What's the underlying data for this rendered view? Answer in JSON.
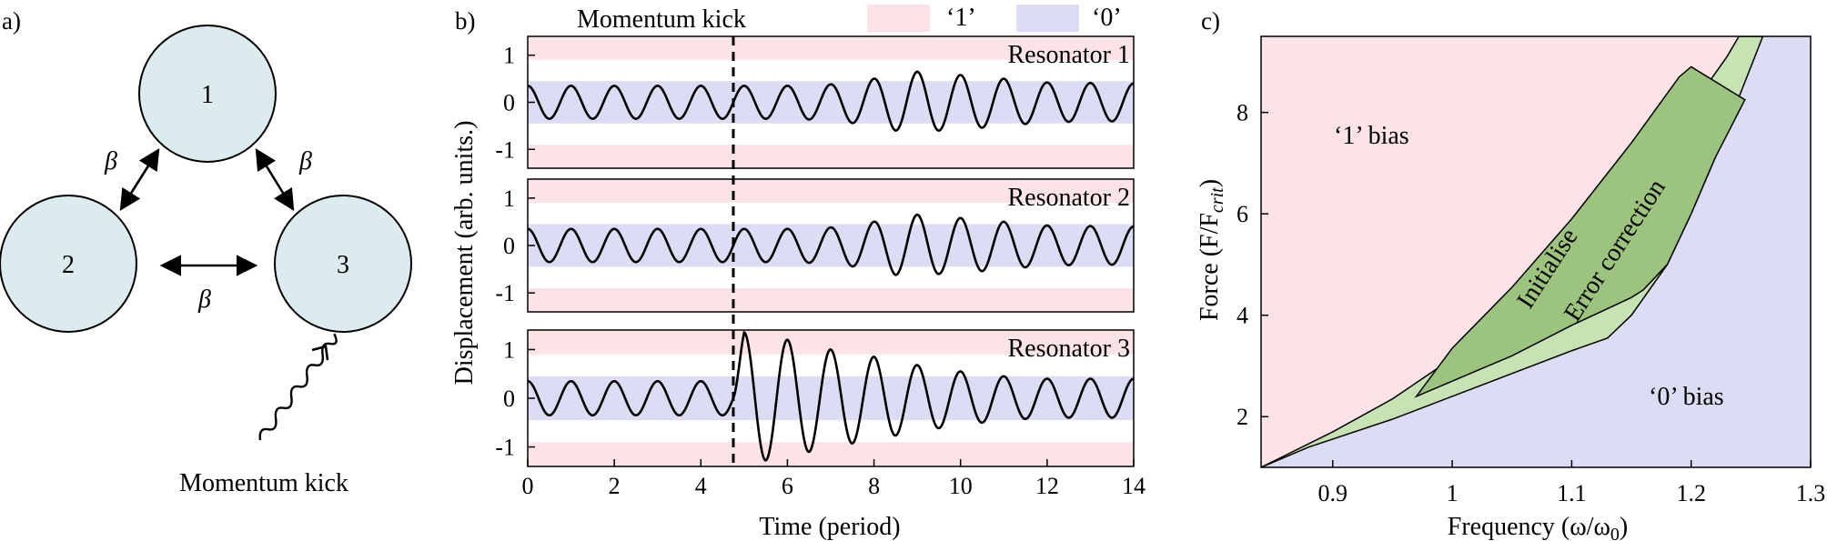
{
  "colors": {
    "state_one": "#fce4e6",
    "state_zero": "#dcdcf5",
    "node_fill": "#dcecee",
    "initialise": "#c7e2b3",
    "error_correction": "#9cc47e",
    "background_one": "#fce3e5",
    "background_zero": "#dcdcf5",
    "ink": "#000000"
  },
  "panel_a": {
    "label": "a)",
    "nodes": [
      "1",
      "2",
      "3"
    ],
    "coupling_labels": [
      "β",
      "β",
      "β"
    ],
    "kick_label": "Momentum kick",
    "icons": [
      "wavy-arrow-icon"
    ]
  },
  "panel_b": {
    "label": "b)",
    "kick_label": "Momentum kick",
    "legend": [
      "‘1’",
      "‘0’"
    ],
    "ylabel": "Displacement (arb. units.)",
    "xlabel": "Time (period)",
    "subplot_titles": [
      "Resonator 1",
      "Resonator 2",
      "Resonator 3"
    ],
    "y_ticks": [
      "1",
      "0",
      "-1"
    ],
    "x_ticks": [
      "0",
      "2",
      "4",
      "6",
      "8",
      "10",
      "12",
      "14"
    ]
  },
  "panel_c": {
    "label": "c)",
    "ylabel": "Force (F/F",
    "ylabel_sub": "crit",
    "ylabel_close": ")",
    "xlabel": "Frequency (ω/ω",
    "xlabel_sub": "0",
    "xlabel_close": ")",
    "region_labels": [
      "‘1’ bias",
      "‘0’ bias",
      "Initialise",
      "Error correction"
    ],
    "x_ticks": [
      "0.9",
      "1",
      "1.1",
      "1.2",
      "1.3"
    ],
    "y_ticks": [
      "2",
      "4",
      "6",
      "8"
    ]
  },
  "chart_data": [
    {
      "type": "line",
      "panel": "b",
      "xlim": [
        0,
        14
      ],
      "ylim": [
        -1.4,
        1.4
      ],
      "kick_time": 4.75,
      "state_bands": {
        "one": [
          [
            0.9,
            1.4
          ],
          [
            -1.4,
            -0.9
          ]
        ],
        "zero": [
          [
            -0.45,
            0.45
          ]
        ]
      },
      "series": [
        {
          "name": "Resonator 1",
          "t": [
            0,
            4.75,
            6,
            7,
            8,
            8.5,
            9,
            9.5,
            10,
            11,
            12,
            14
          ],
          "amplitude": [
            0.35,
            0.35,
            0.35,
            0.38,
            0.5,
            0.6,
            0.65,
            0.6,
            0.58,
            0.5,
            0.42,
            0.4
          ]
        },
        {
          "name": "Resonator 2",
          "t": [
            0,
            4.75,
            6,
            7,
            8,
            8.5,
            9,
            9.5,
            10,
            11,
            12,
            14
          ],
          "amplitude": [
            0.35,
            0.35,
            0.35,
            0.38,
            0.5,
            0.62,
            0.65,
            0.6,
            0.58,
            0.5,
            0.42,
            0.4
          ]
        },
        {
          "name": "Resonator 3",
          "t": [
            0,
            4.75,
            5.0,
            6,
            7,
            8,
            9,
            10,
            11,
            12,
            14
          ],
          "amplitude": [
            0.35,
            0.35,
            1.35,
            1.2,
            1.0,
            0.85,
            0.68,
            0.55,
            0.45,
            0.4,
            0.4
          ]
        }
      ]
    },
    {
      "type": "area",
      "panel": "c",
      "xlim": [
        0.84,
        1.3
      ],
      "ylim": [
        1.0,
        9.5
      ],
      "regions": [
        {
          "name": "Initialise",
          "lower": [
            [
              0.84,
              1.0
            ],
            [
              0.88,
              1.4
            ],
            [
              0.95,
              1.95
            ],
            [
              1.0,
              2.4
            ],
            [
              1.05,
              2.85
            ],
            [
              1.1,
              3.3
            ],
            [
              1.13,
              3.55
            ],
            [
              1.15,
              4.0
            ],
            [
              1.18,
              5.0
            ],
            [
              1.2,
              6.0
            ],
            [
              1.22,
              7.1
            ],
            [
              1.24,
              8.3
            ],
            [
              1.26,
              9.5
            ]
          ],
          "upper": [
            [
              0.84,
              1.0
            ],
            [
              0.9,
              1.7
            ],
            [
              0.95,
              2.35
            ],
            [
              1.0,
              3.15
            ],
            [
              1.05,
              4.05
            ],
            [
              1.1,
              5.15
            ],
            [
              1.15,
              6.5
            ],
            [
              1.2,
              8.1
            ],
            [
              1.23,
              9.1
            ],
            [
              1.24,
              9.5
            ],
            [
              1.26,
              9.5
            ]
          ]
        },
        {
          "name": "Error correction",
          "points": [
            [
              0.97,
              2.4
            ],
            [
              1.05,
              3.2
            ],
            [
              1.1,
              3.8
            ],
            [
              1.15,
              4.35
            ],
            [
              1.16,
              4.5
            ],
            [
              1.18,
              5.0
            ],
            [
              1.2,
              6.0
            ],
            [
              1.22,
              7.1
            ],
            [
              1.245,
              8.25
            ],
            [
              1.2,
              8.9
            ],
            [
              1.19,
              8.7
            ],
            [
              1.15,
              7.4
            ],
            [
              1.1,
              5.9
            ],
            [
              1.05,
              4.55
            ],
            [
              1.0,
              3.35
            ]
          ]
        }
      ]
    }
  ]
}
